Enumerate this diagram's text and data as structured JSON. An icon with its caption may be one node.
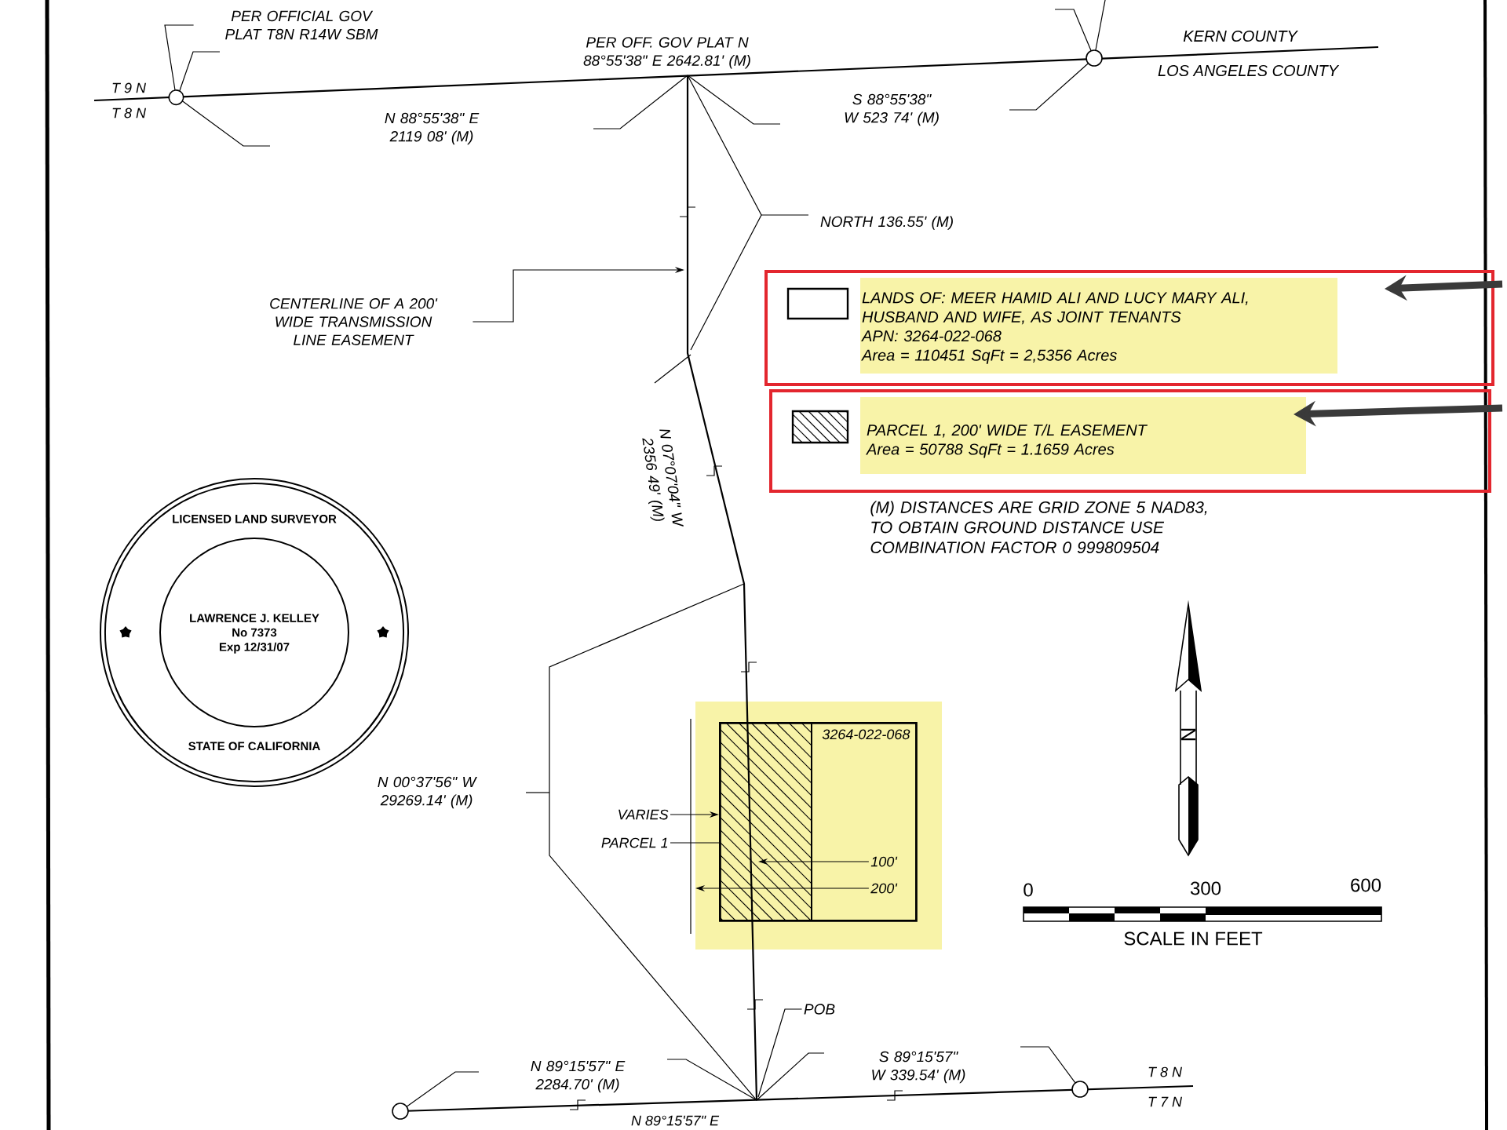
{
  "diagram": {
    "nodes": [
      {
        "text": [
          "PER OFFICIAL GOV PLAT T8N R14W SBM"
        ]
      },
      {
        "text": [
          "CENTERLINE OF A 200' WIDE TRANSMISSION LINE EASEMENT"
        ]
      },
      {
        "text": [
          "LANDS OF: MEER HAMID ALI AND LUCY MARY ALI, HUSBAND AND WIFE, AS JOINT TENANTS",
          "APN: 3264-022-068",
          "Area = 110451 SqFt = 2,5356 Acres"
        ]
      },
      {
        "text": [
          "PARCEL 1, 200' WIDE T/L EASEMENT",
          "Area = 50788 SqFt = 1.1659 Acres"
        ]
      },
      {
        "text": [
          "LICENSED LAND SURVEYOR",
          "LAWRENCE J. KELLEY",
          "No 7373",
          "Exp 12/31/07",
          "STATE OF CALIFORNIA"
        ]
      },
      {
        "text": [
          "3264-022-068"
        ]
      },
      {
        "text": [
          "VARIES"
        ]
      },
      {
        "text": [
          "PARCEL 1"
        ]
      },
      {
        "text": [
          "100'"
        ],
        "in": 5
      },
      {
        "text": [
          "200'"
        ],
        "in": 5
      },
      {
        "text": [
          "POB"
        ]
      }
    ],
    "edges": [
      {
        "from": 0,
        "to": null,
        "arrow": "other"
      },
      {
        "from": 1,
        "to": null,
        "arrow": "to"
      },
      {
        "from": null,
        "to": 2,
        "arrow": "to",
        "style": "thick",
        "color": "#3a3a3a"
      },
      {
        "from": null,
        "to": 3,
        "arrow": "to",
        "style": "thick",
        "color": "#3a3a3a"
      },
      {
        "from": 6,
        "to": 5,
        "arrow": "to"
      },
      {
        "from": 7,
        "to": 5,
        "arrow": "none"
      },
      {
        "from": 8,
        "to": null,
        "arrow": "to"
      },
      {
        "from": 9,
        "to": null,
        "arrow": "to"
      },
      {
        "from": 10,
        "to": null,
        "arrow": "none"
      }
    ],
    "labels": [
      "T 9 N",
      "T 8 N",
      "PER OFF. GOV PLAT N 88°55'38\" E 2642.81' (M)",
      "KERN COUNTY",
      "LOS ANGELES COUNTY",
      "N 88°55'38\" E 2119 08' (M)",
      "S 88°55'38\" W 523 74' (M)",
      "NORTH 136.55' (M)",
      "N 07°07'04\" W 2356 49' (M)",
      "(M) DISTANCES ARE GRID ZONE 5 NAD83, TO OBTAIN GROUND DISTANCE USE COMBINATION FACTOR 0 999809504",
      "N",
      "N 00°37'56\" W 29269.14' (M)",
      "0",
      "300",
      "600",
      "SCALE IN FEET",
      "N 89°15'57\" E 2284.70' (M)",
      "S 89°15'57\" W 339.54' (M)",
      "T 8 N",
      "T 7 N",
      "N 89°15'57\" E"
    ]
  }
}
